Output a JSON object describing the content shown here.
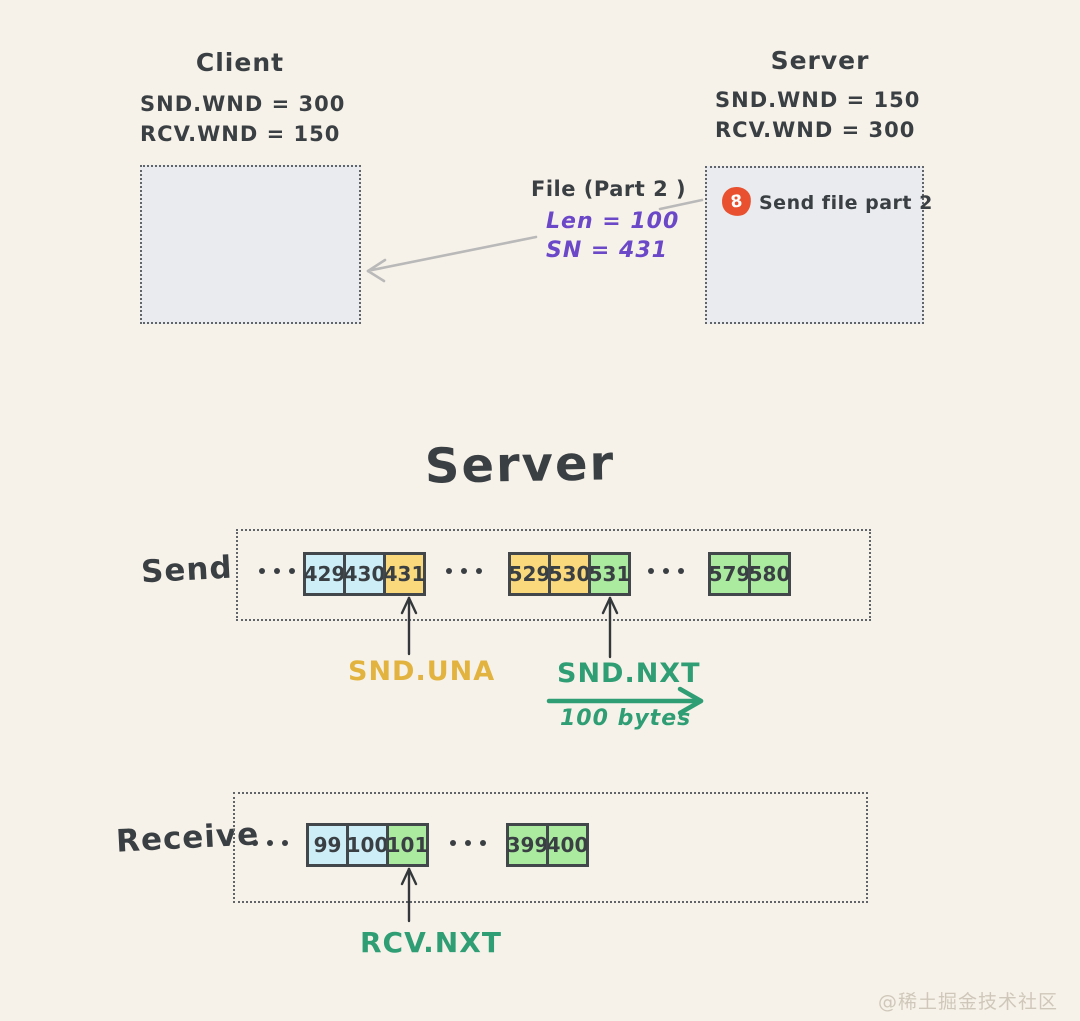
{
  "colors": {
    "background": "#f7f2e9",
    "ink": "#3a3f43",
    "blue": "#cdeef7",
    "yellow": "#f9d97b",
    "green": "#abeb9f",
    "cell_border": "#41474b",
    "purple": "#6b48c8",
    "gold": "#e2b33f",
    "teal": "#2f9e74",
    "gray_arrow": "#b9b9b9",
    "panel_fill": "#e9ebee",
    "badge_orange": "#e8502f",
    "watermark_gray": "#cfc8ba"
  },
  "top": {
    "client": {
      "title": "Client",
      "snd_wnd": "SND.WND = 300",
      "rcv_wnd": "RCV.WND = 150"
    },
    "server": {
      "title": "Server",
      "snd_wnd": "SND.WND = 150",
      "rcv_wnd": "RCV.WND = 300",
      "step_badge": "8",
      "step_label": "Send file part 2"
    },
    "packet": {
      "title": "File (Part 2 )",
      "len": "Len = 100",
      "sn": "SN = 431"
    }
  },
  "diagram": {
    "title": "Server",
    "send": {
      "label": "Send",
      "groups": [
        {
          "cells": [
            {
              "value": "429",
              "color": "blue"
            },
            {
              "value": "430",
              "color": "blue"
            },
            {
              "value": "431",
              "color": "yellow"
            }
          ]
        },
        {
          "cells": [
            {
              "value": "529",
              "color": "yellow"
            },
            {
              "value": "530",
              "color": "yellow"
            },
            {
              "value": "531",
              "color": "green"
            }
          ]
        },
        {
          "cells": [
            {
              "value": "579",
              "color": "green"
            },
            {
              "value": "580",
              "color": "green"
            }
          ]
        }
      ],
      "una_label": "SND.UNA",
      "nxt_label": "SND.NXT",
      "nxt_sub": "100 bytes"
    },
    "receive": {
      "label": "Receive",
      "groups": [
        {
          "cells": [
            {
              "value": "99",
              "color": "blue"
            },
            {
              "value": "100",
              "color": "blue"
            },
            {
              "value": "101",
              "color": "green"
            }
          ]
        },
        {
          "cells": [
            {
              "value": "399",
              "color": "green"
            },
            {
              "value": "400",
              "color": "green"
            }
          ]
        }
      ],
      "nxt_label": "RCV.NXT"
    }
  },
  "watermark": "@稀土掘金技术社区"
}
